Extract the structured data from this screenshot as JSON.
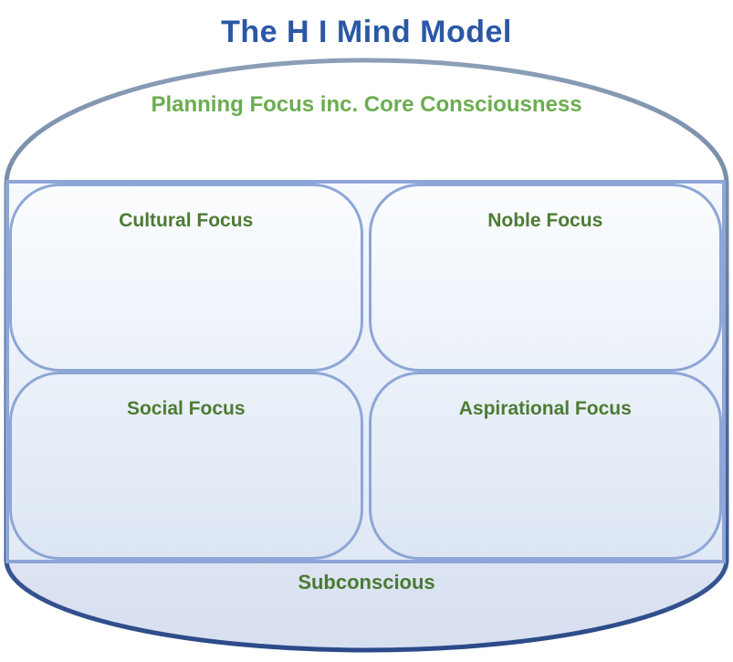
{
  "title": "The H I Mind Model",
  "regions": {
    "planning": "Planning Focus inc. Core Consciousness",
    "subconscious": "Subconscious"
  },
  "quadrants": [
    {
      "id": "cultural",
      "label": "Cultural Focus"
    },
    {
      "id": "noble",
      "label": "Noble Focus"
    },
    {
      "id": "social",
      "label": "Social Focus"
    },
    {
      "id": "aspirational",
      "label": "Aspirational Focus"
    }
  ],
  "colors": {
    "title_blue": "#2a58a6",
    "planning_green": "#6bad50",
    "quadrant_label_green": "#4d7b33",
    "box_border_blue": "#8ea6d7",
    "outline_top_gray_blue": "#8799b3",
    "outline_bottom_navy": "#2e4c8c",
    "subconscious_fill": "#dbe3f2"
  }
}
